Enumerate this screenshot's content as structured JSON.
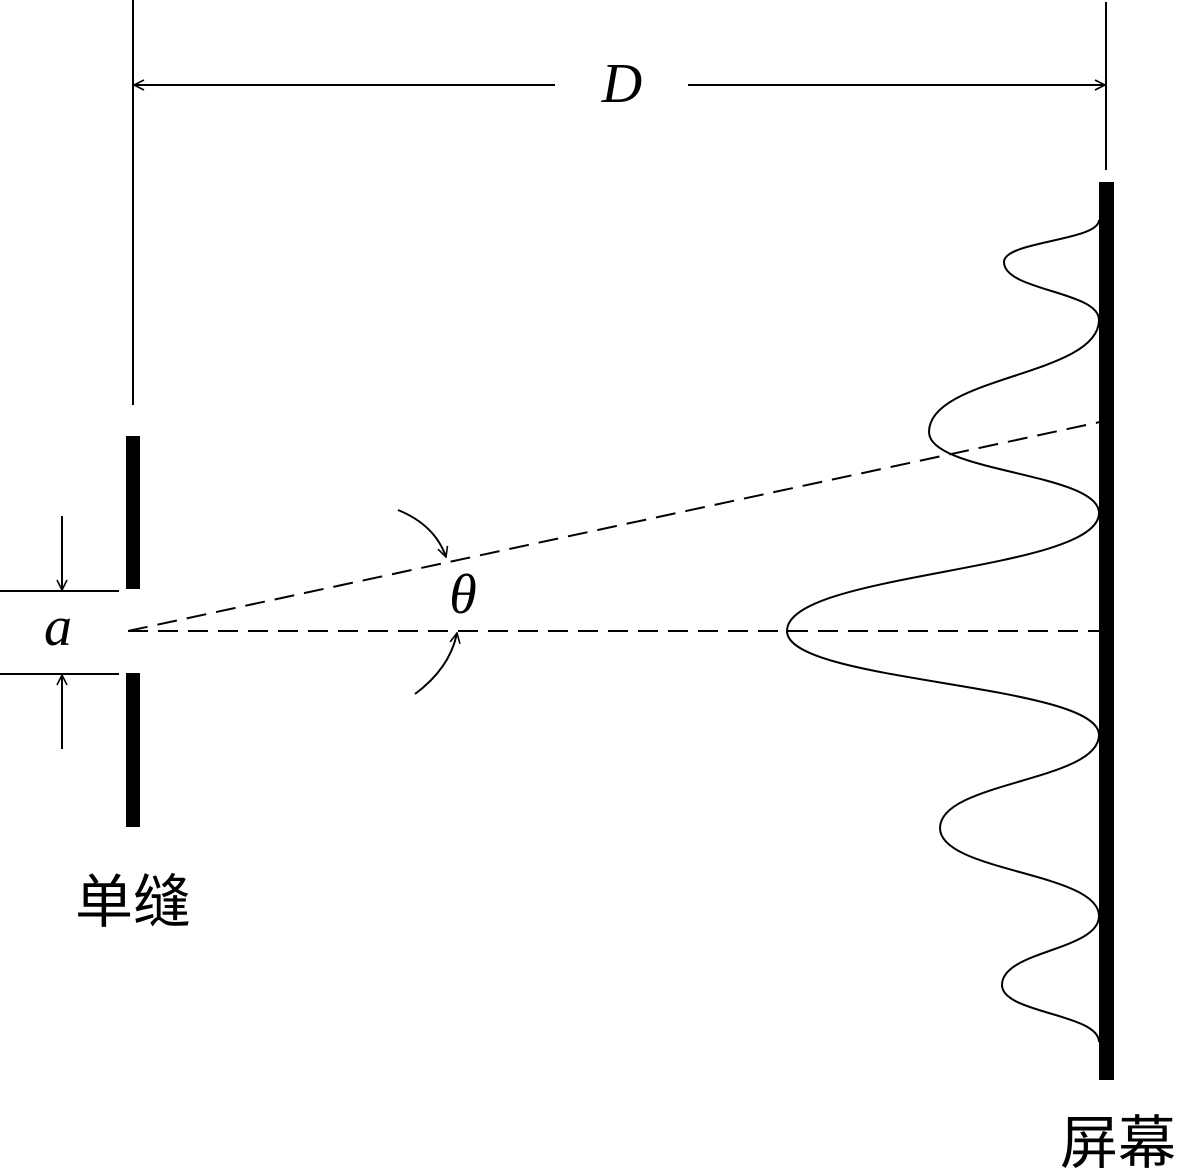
{
  "labels": {
    "distance": "D",
    "slit_width": "a",
    "angle": "θ",
    "slit_caption": "单缝",
    "screen_caption": "屏幕"
  },
  "colors": {
    "ink": "#000000",
    "background": "#ffffff"
  }
}
